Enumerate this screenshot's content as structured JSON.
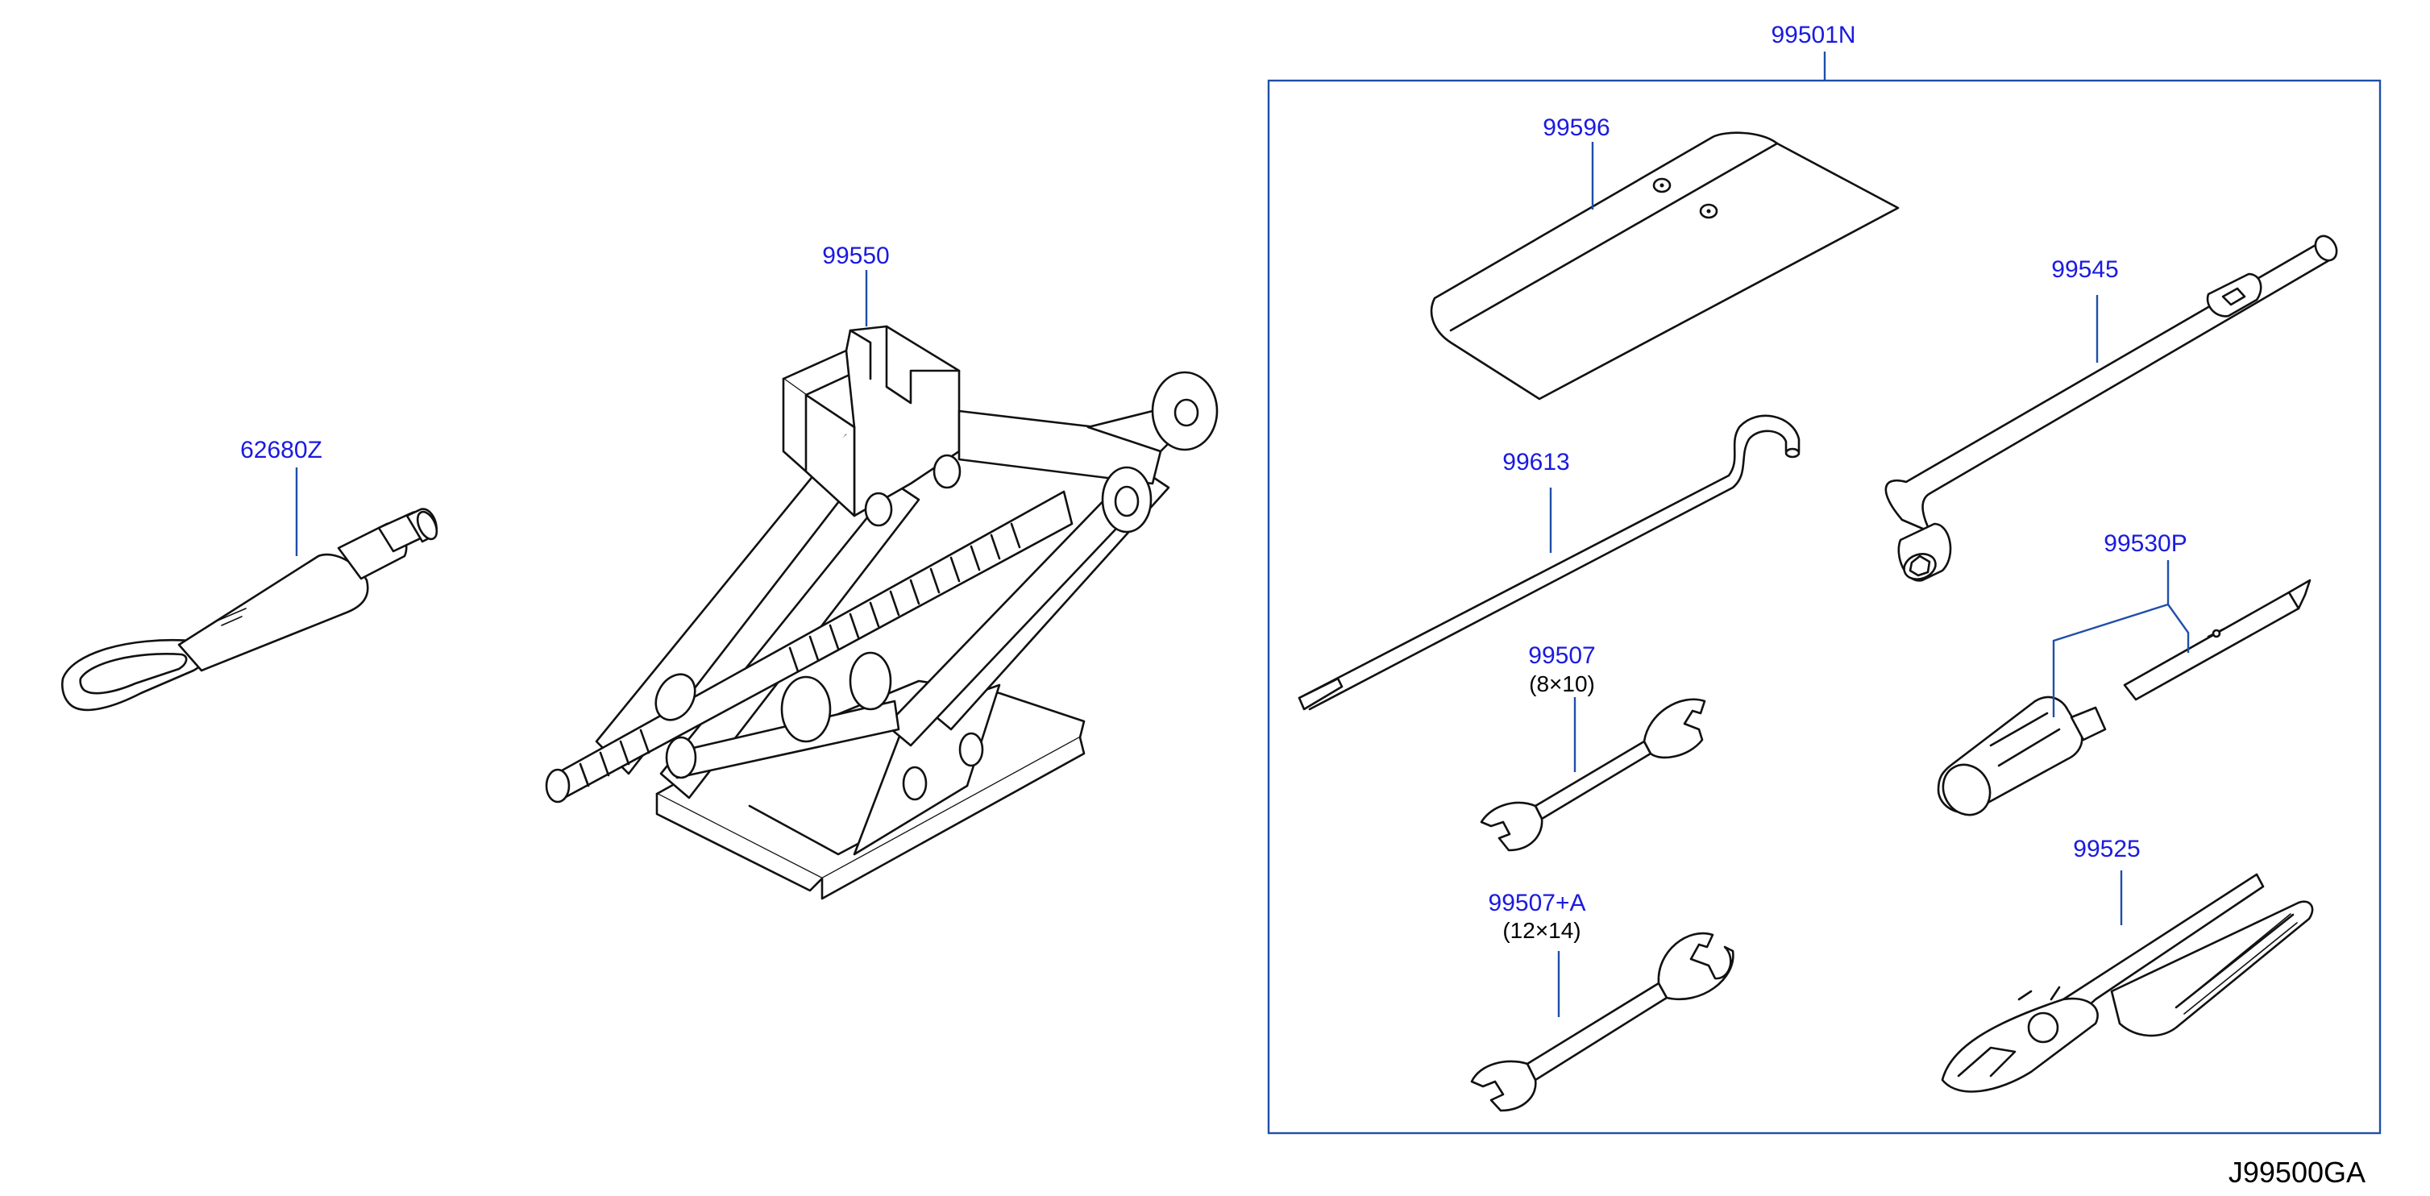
{
  "diagram": {
    "diagram_code": "J99500GA",
    "colors": {
      "label": "#1a1ae0",
      "leader": "#1f4fa8",
      "line_art": "#111111",
      "background": "#ffffff"
    },
    "kit": {
      "part_number": "99501N"
    },
    "parts": {
      "tow_hook": {
        "part_number": "62680Z"
      },
      "jack": {
        "part_number": "99550"
      },
      "tool_bag": {
        "part_number": "99596"
      },
      "wheel_wrench": {
        "part_number": "99545"
      },
      "jack_handle": {
        "part_number": "99613"
      },
      "screwdriver": {
        "part_number": "99530P"
      },
      "wrench_small": {
        "part_number": "99507",
        "size": "(8×10)"
      },
      "wrench_large": {
        "part_number": "99507+A",
        "size": "(12×14)"
      },
      "pliers": {
        "part_number": "99525"
      }
    }
  }
}
